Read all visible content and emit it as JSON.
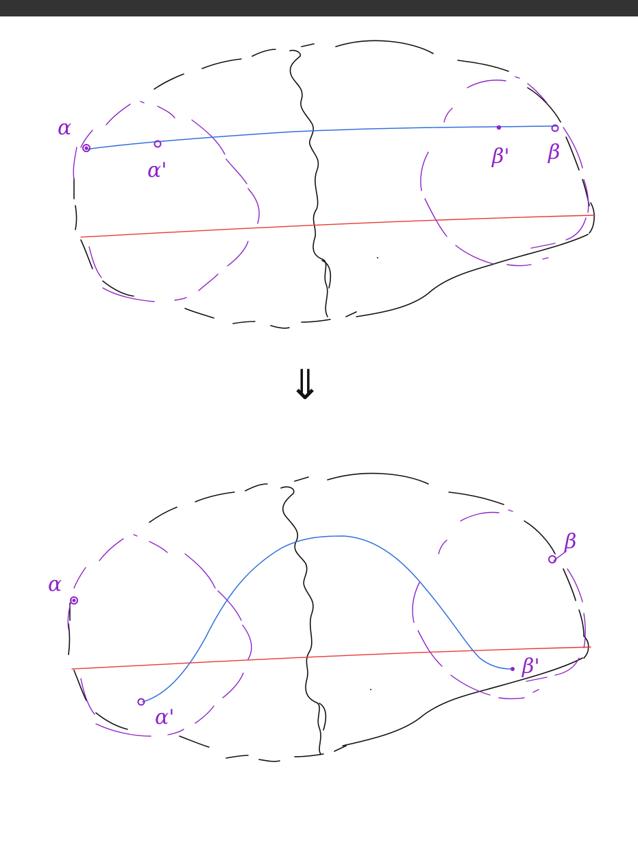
{
  "colors": {
    "background": "#ffffff",
    "top_bar": "#333333",
    "outline": "#111111",
    "handle_circles": "#8e24c8",
    "geodesic": "#2f6fdc",
    "cut_line": "#e53935"
  },
  "labels": {
    "top": {
      "alpha": "α",
      "alpha_prime": "α'",
      "beta_prime": "β'",
      "beta": "β"
    },
    "arrow": "⇓",
    "bottom": {
      "alpha": "α",
      "alpha_prime": "α'",
      "beta_prime": "β'",
      "beta": "β"
    }
  }
}
